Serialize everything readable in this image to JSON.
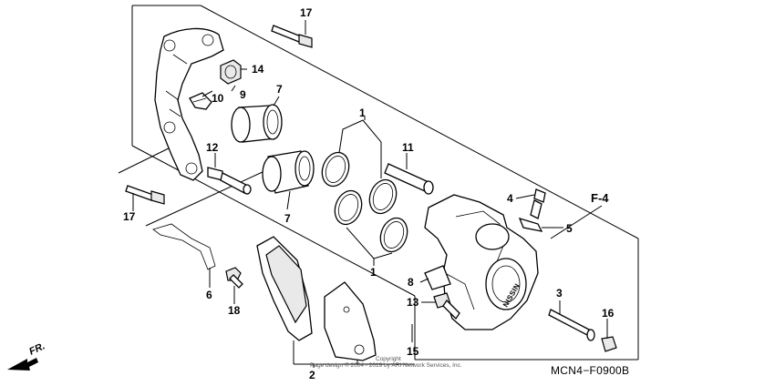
{
  "callouts": {
    "c1_top": "1",
    "c1_bot": "1",
    "c2": "2",
    "c3": "3",
    "c4": "4",
    "c5": "5",
    "c6": "6",
    "c7_top": "7",
    "c7_bot": "7",
    "c8": "8",
    "c9": "9",
    "c10": "10",
    "c11": "11",
    "c12": "12",
    "c13": "13",
    "c14": "14",
    "c15": "15",
    "c16": "16",
    "c17_top": "17",
    "c17_left": "17",
    "c18": "18"
  },
  "reference": "F-4",
  "front_indicator": "FR.",
  "diagram_code": "MCN4−F0900B",
  "caliper_brand": "NISSIN",
  "copyright_line1": "Copyright",
  "copyright_line2": "Page design © 2004 - 2019 by ARI Network Services, Inc."
}
